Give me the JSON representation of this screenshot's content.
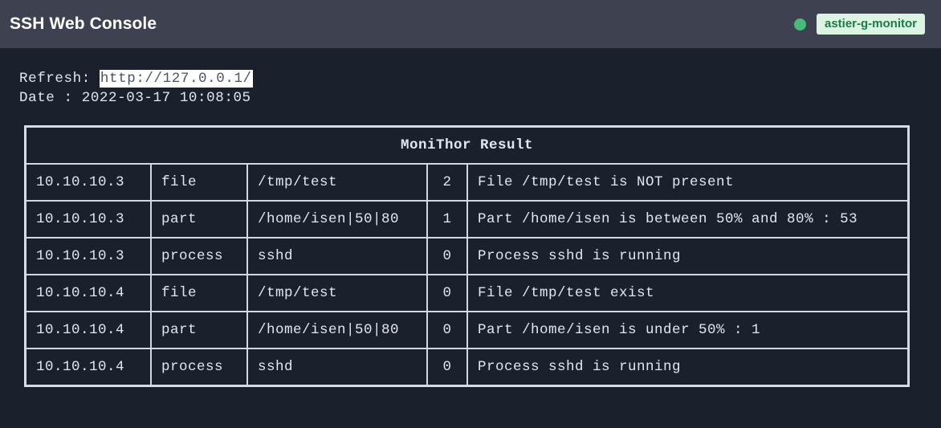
{
  "header": {
    "title": "SSH Web Console",
    "status_dot_name": "status-dot-online",
    "status_color": "#48bb78",
    "host_badge": "astier-g-monitor",
    "badge_bg": "#dcf5e3",
    "badge_fg": "#1a7a4a",
    "bar_bg": "#3e4250"
  },
  "meta": {
    "refresh_label": "Refresh: ",
    "refresh_url": "http://127.0.0.1/",
    "date_line": "Date : 2022-03-17 10:08:05"
  },
  "table": {
    "title": "MoniThor Result",
    "rows": [
      {
        "ip": "10.10.10.3",
        "type": "file",
        "target": "/tmp/test",
        "code": "2",
        "message": "File /tmp/test is NOT present"
      },
      {
        "ip": "10.10.10.3",
        "type": "part",
        "target": "/home/isen|50|80",
        "code": "1",
        "message": "Part /home/isen is between 50% and 80% : 53"
      },
      {
        "ip": "10.10.10.3",
        "type": "process",
        "target": "sshd",
        "code": "0",
        "message": "Process sshd is running"
      },
      {
        "ip": "10.10.10.4",
        "type": "file",
        "target": "/tmp/test",
        "code": "0",
        "message": "File /tmp/test exist"
      },
      {
        "ip": "10.10.10.4",
        "type": "part",
        "target": "/home/isen|50|80",
        "code": "0",
        "message": "Part /home/isen is under 50% : 1"
      },
      {
        "ip": "10.10.10.4",
        "type": "process",
        "target": "sshd",
        "code": "0",
        "message": "Process sshd is running"
      }
    ]
  },
  "colors": {
    "page_bg": "#1a202c",
    "text": "#e2e8f0",
    "table_border": "#cfd8e3"
  }
}
